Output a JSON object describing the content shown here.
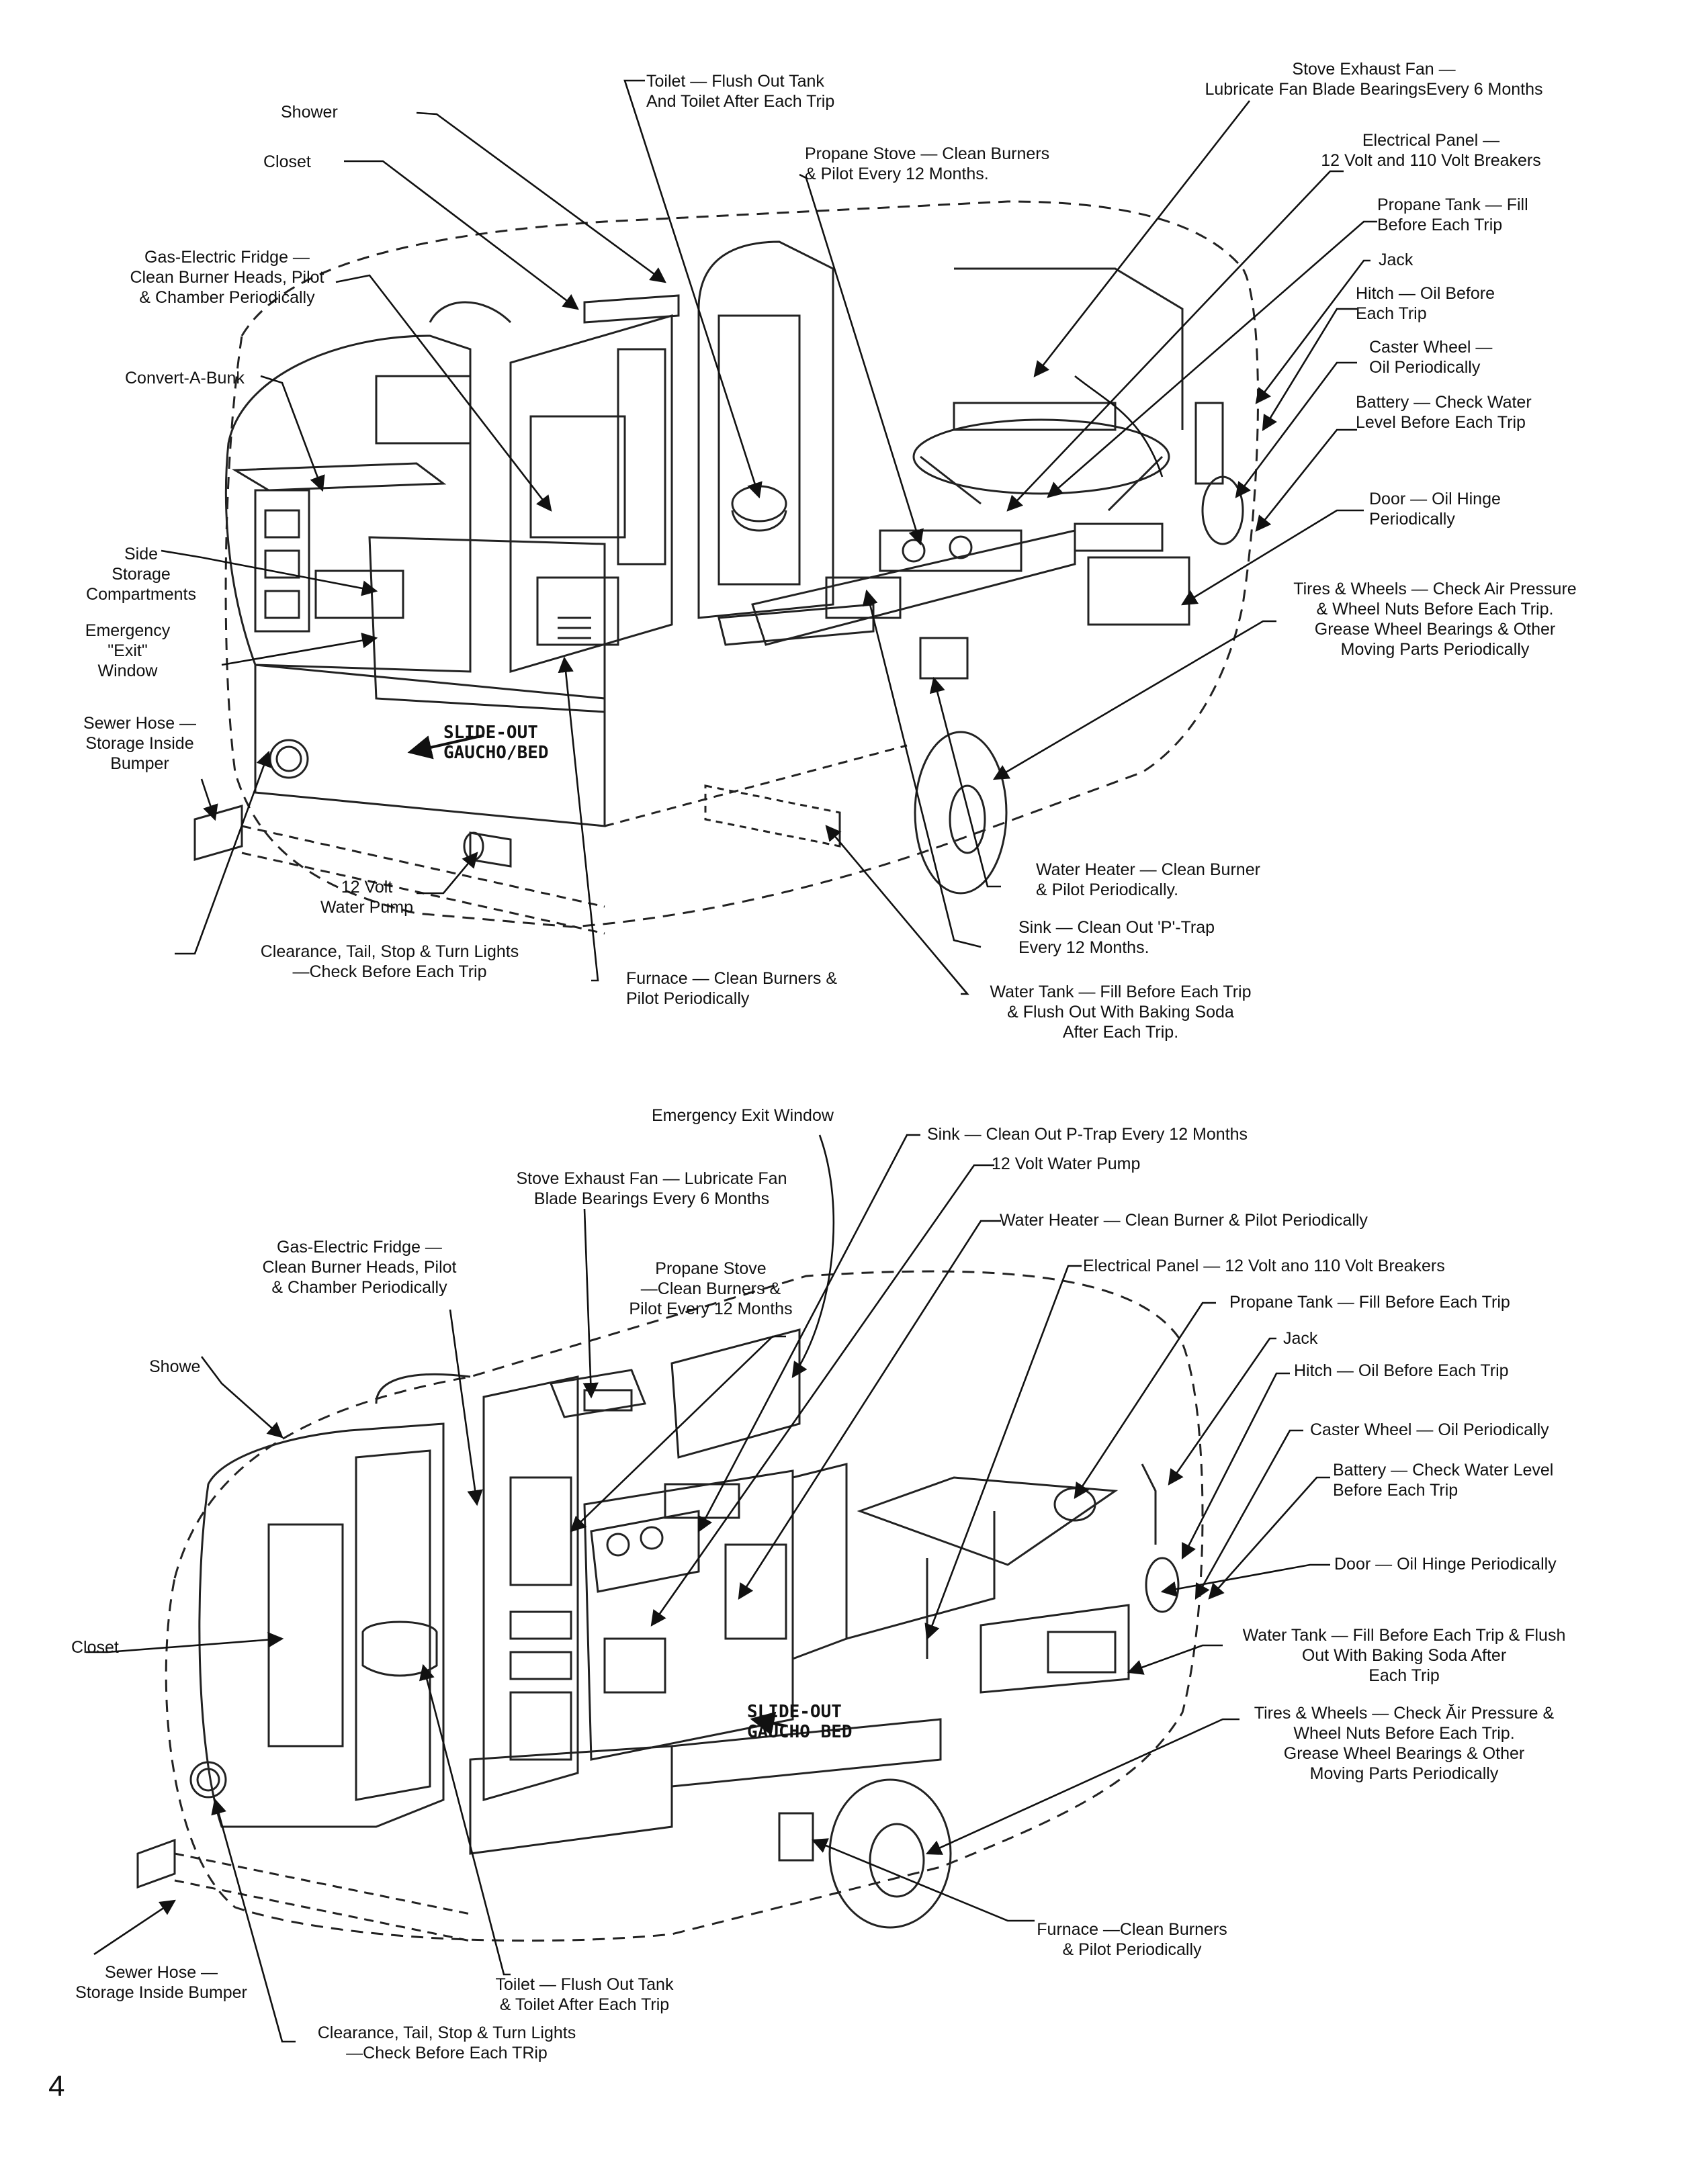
{
  "top": {
    "labels": {
      "shower": "Shower",
      "closet": "Closet",
      "fridge": "Gas-Electric Fridge —\nClean Burner Heads, Pilot\n& Chamber Periodically",
      "convert_bunk": "Convert-A-Bunk",
      "side_storage": "Side\nStorage\nCompartments",
      "emergency_window": "Emergency\n\"Exit\"\nWindow",
      "sewer_hose": "Sewer Hose —\nStorage Inside\nBumper",
      "water_pump": "12 Volt\nWater Pump",
      "lights": "Clearance, Tail, Stop & Turn Lights\n—Check Before Each Trip",
      "furnace": "Furnace — Clean Burners &\nPilot Periodically",
      "water_tank": "Water Tank — Fill Before Each Trip\n& Flush Out With Baking Soda\nAfter Each Trip.",
      "sink": "Sink — Clean Out 'P'-Trap\nEvery 12 Months.",
      "water_heater": "Water Heater — Clean Burner\n& Pilot Periodically.",
      "tires": "Tires & Wheels — Check Air Pressure\n& Wheel Nuts Before Each Trip.\nGrease Wheel Bearings & Other\nMoving Parts Periodically",
      "door": "Door — Oil Hinge\nPeriodically",
      "battery": "Battery — Check Water\nLevel Before Each Trip",
      "caster": "Caster Wheel —\nOil Periodically",
      "hitch": "Hitch — Oil Before\nEach Trip",
      "jack": "Jack",
      "propane_tank": "Propane Tank — Fill\nBefore Each Trip",
      "electrical": "Electrical Panel —\n12 Volt and 110 Volt Breakers",
      "stove_fan": "Stove Exhaust Fan —\nLubricate Fan Blade BearingsEvery 6 Months",
      "propane_stove": "Propane Stove — Clean Burners\n& Pilot Every 12 Months.",
      "toilet": "Toilet — Flush Out Tank\nAnd Toilet After Each Trip"
    },
    "handwritten": "SLIDE-OUT\nGAUCHO/BED"
  },
  "bottom": {
    "labels": {
      "emergency_window": "Emergency Exit Window",
      "sink": "Sink — Clean Out P-Trap Every 12 Months",
      "water_pump": "12 Volt Water Pump",
      "water_heater": "Water Heater — Clean Burner & Pilot Periodically",
      "stove_fan": "Stove Exhaust Fan — Lubricate Fan\nBlade Bearings Every 6 Months",
      "fridge": "Gas-Electric Fridge —\nClean Burner Heads, Pilot\n& Chamber Periodically",
      "propane_stove": "Propane Stove\n—Clean Burners &\nPilot Every 12 Months",
      "electrical": "Electrical Panel — 12 Volt ano 110 Volt Breakers",
      "propane_tank": "Propane Tank — Fill Before Each Trip",
      "jack": "Jack",
      "hitch": "Hitch — Oil Before Each Trip",
      "caster": "Caster Wheel — Oil Periodically",
      "battery": "Battery — Check Water Level\nBefore Each Trip",
      "shower": "Showe",
      "door": "Door — Oil Hinge Periodically",
      "water_tank": "Water Tank — Fill Before Each Trip & Flush\nOut With Baking Soda After\nEach Trip",
      "tires": "Tires & Wheels — Check Ăir Pressure &\nWheel Nuts Before Each Trip.\nGrease Wheel Bearings & Other\nMoving Parts Periodically",
      "closet": "Closet",
      "furnace": "Furnace —Clean Burners\n& Pilot Periodically",
      "sewer_hose": "Sewer Hose —\nStorage Inside Bumper",
      "toilet": "Toilet — Flush Out Tank\n& Toilet After Each Trip",
      "lights": "Clearance, Tail, Stop & Turn Lights\n—Check Before Each TRip"
    },
    "handwritten": "SLIDE-OUT\nGAUCHO BED"
  },
  "page_number": "4"
}
